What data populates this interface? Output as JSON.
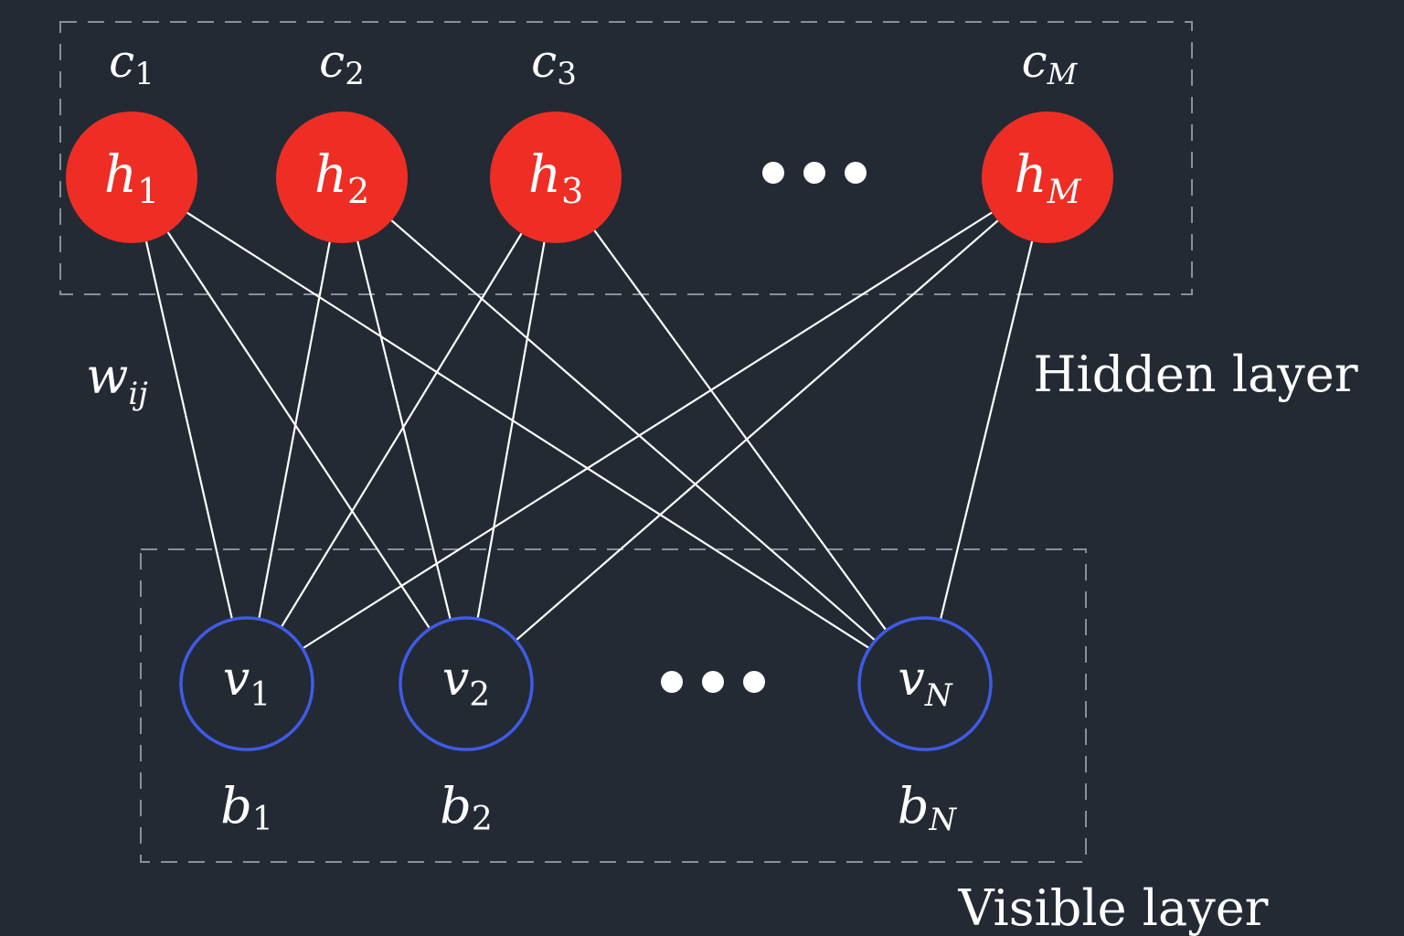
{
  "colors": {
    "background": "#232a34",
    "hidden_fill": "#ee2e24",
    "visible_stroke": "#3f5be6",
    "edge": "#ffffff",
    "box": "#8a9099"
  },
  "hidden_layer": {
    "caption": "Hidden layer",
    "units": [
      {
        "symbol": "h",
        "index": "1",
        "bias_symbol": "c",
        "bias_index": "1"
      },
      {
        "symbol": "h",
        "index": "2",
        "bias_symbol": "c",
        "bias_index": "2"
      },
      {
        "symbol": "h",
        "index": "3",
        "bias_symbol": "c",
        "bias_index": "3"
      },
      {
        "symbol": "h",
        "index": "M",
        "bias_symbol": "c",
        "bias_index": "M"
      }
    ]
  },
  "visible_layer": {
    "caption": "Visible layer",
    "units": [
      {
        "symbol": "v",
        "index": "1",
        "bias_symbol": "b",
        "bias_index": "1"
      },
      {
        "symbol": "v",
        "index": "2",
        "bias_symbol": "b",
        "bias_index": "2"
      },
      {
        "symbol": "v",
        "index": "N",
        "bias_symbol": "b",
        "bias_index": "N"
      }
    ]
  },
  "weight_label": {
    "symbol": "w",
    "index": "ij"
  },
  "ellipsis_icon": "three-dots-icon"
}
